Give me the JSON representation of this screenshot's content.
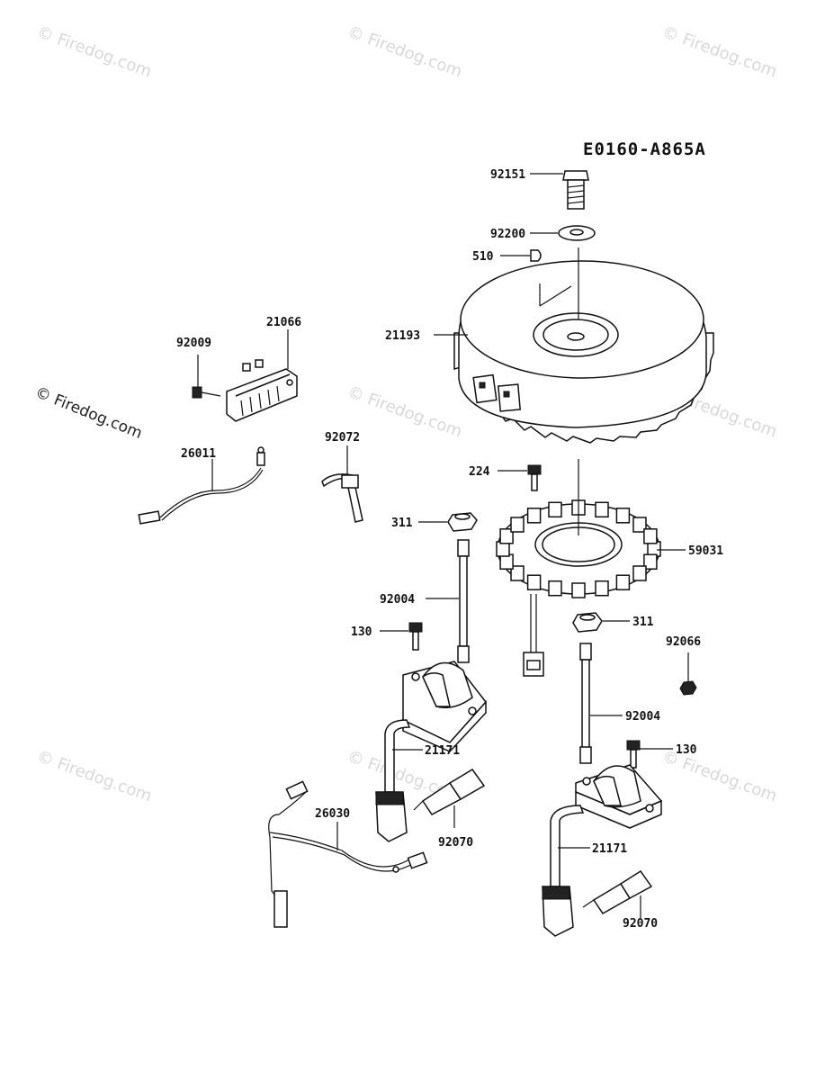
{
  "diagram_code": "E0160-A865A",
  "watermark": {
    "text": "© Firedog.com"
  },
  "parts": {
    "p92151": "92151",
    "p92200": "92200",
    "p510": "510",
    "p21193": "21193",
    "p21066": "21066",
    "p92009": "92009",
    "p26011": "26011",
    "p92072": "92072",
    "p224": "224",
    "p311a": "311",
    "p59031": "59031",
    "p92004a": "92004",
    "p130a": "130",
    "p311b": "311",
    "p92066": "92066",
    "p92004b": "92004",
    "p130b": "130",
    "p21171a": "21171",
    "p26030": "26030",
    "p92070a": "92070",
    "p21171b": "21171",
    "p92070b": "92070"
  }
}
